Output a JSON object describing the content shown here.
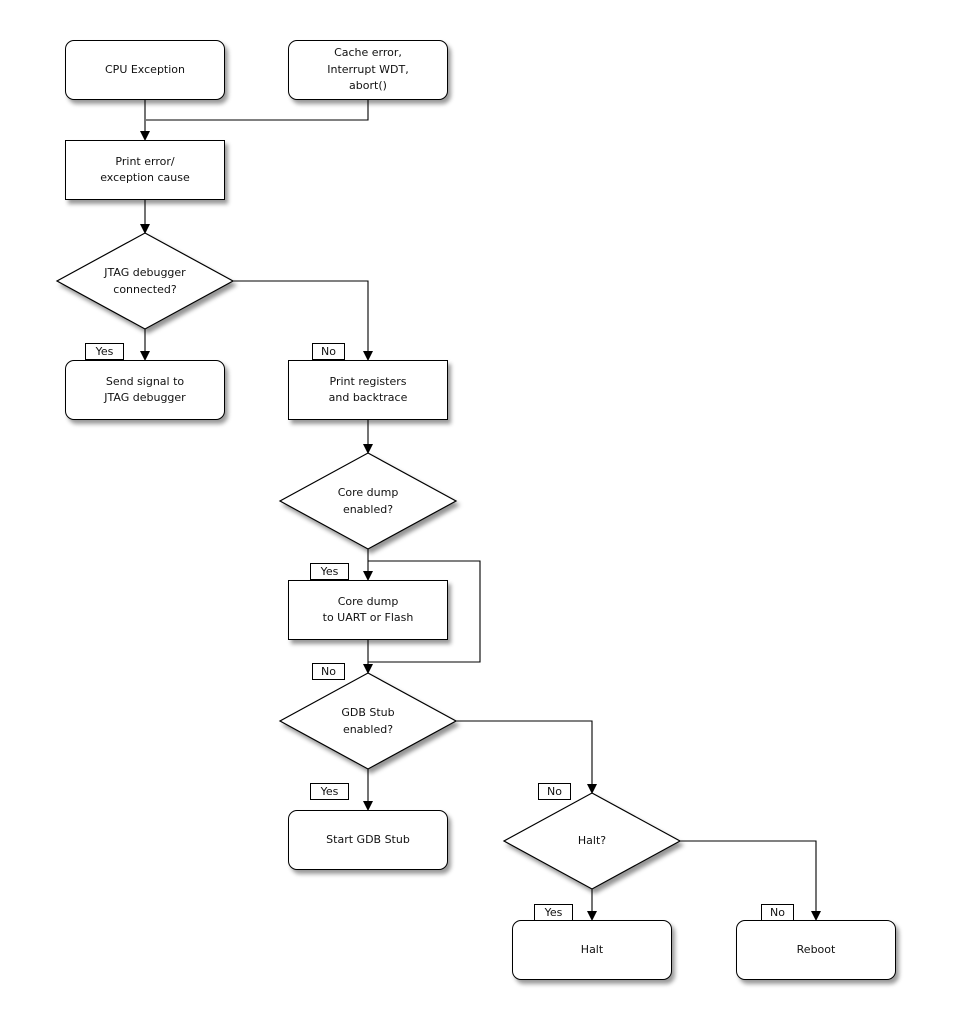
{
  "diagram": {
    "type": "flowchart",
    "nodes": {
      "cpu_exception": {
        "label": "CPU Exception",
        "shape": "rounded"
      },
      "cache_error": {
        "label": "Cache error,\nInterrupt WDT,\nabort()",
        "shape": "rounded"
      },
      "print_error": {
        "label": "Print error/\nexception cause",
        "shape": "rect"
      },
      "jtag_connected": {
        "label": "JTAG debugger\nconnected?",
        "shape": "diamond"
      },
      "send_signal": {
        "label": "Send signal to\nJTAG debugger",
        "shape": "rounded"
      },
      "print_registers": {
        "label": "Print registers\nand backtrace",
        "shape": "rect"
      },
      "core_dump_enabled": {
        "label": "Core dump\nenabled?",
        "shape": "diamond"
      },
      "core_dump": {
        "label": "Core dump\nto UART or Flash",
        "shape": "rect"
      },
      "gdb_stub_enabled": {
        "label": "GDB Stub\nenabled?",
        "shape": "diamond"
      },
      "start_gdb_stub": {
        "label": "Start GDB Stub",
        "shape": "rounded"
      },
      "halt_question": {
        "label": "Halt?",
        "shape": "diamond"
      },
      "halt": {
        "label": "Halt",
        "shape": "rounded"
      },
      "reboot": {
        "label": "Reboot",
        "shape": "rounded"
      }
    },
    "edge_labels": {
      "yes": "Yes",
      "no": "No"
    },
    "edges": [
      {
        "from": "cpu_exception",
        "to": "print_error",
        "label": ""
      },
      {
        "from": "cache_error",
        "to": "print_error",
        "label": ""
      },
      {
        "from": "print_error",
        "to": "jtag_connected",
        "label": ""
      },
      {
        "from": "jtag_connected",
        "to": "send_signal",
        "label": "Yes"
      },
      {
        "from": "jtag_connected",
        "to": "print_registers",
        "label": "No"
      },
      {
        "from": "print_registers",
        "to": "core_dump_enabled",
        "label": ""
      },
      {
        "from": "core_dump_enabled",
        "to": "core_dump",
        "label": "Yes"
      },
      {
        "from": "core_dump_enabled",
        "to": "gdb_stub_enabled",
        "label": "No"
      },
      {
        "from": "core_dump",
        "to": "gdb_stub_enabled",
        "label": ""
      },
      {
        "from": "gdb_stub_enabled",
        "to": "start_gdb_stub",
        "label": "Yes"
      },
      {
        "from": "gdb_stub_enabled",
        "to": "halt_question",
        "label": "No"
      },
      {
        "from": "halt_question",
        "to": "halt",
        "label": "Yes"
      },
      {
        "from": "halt_question",
        "to": "reboot",
        "label": "No"
      }
    ],
    "colors": {
      "line": "#000000",
      "node_fill": "#ffffff",
      "background": "#ffffff"
    }
  }
}
